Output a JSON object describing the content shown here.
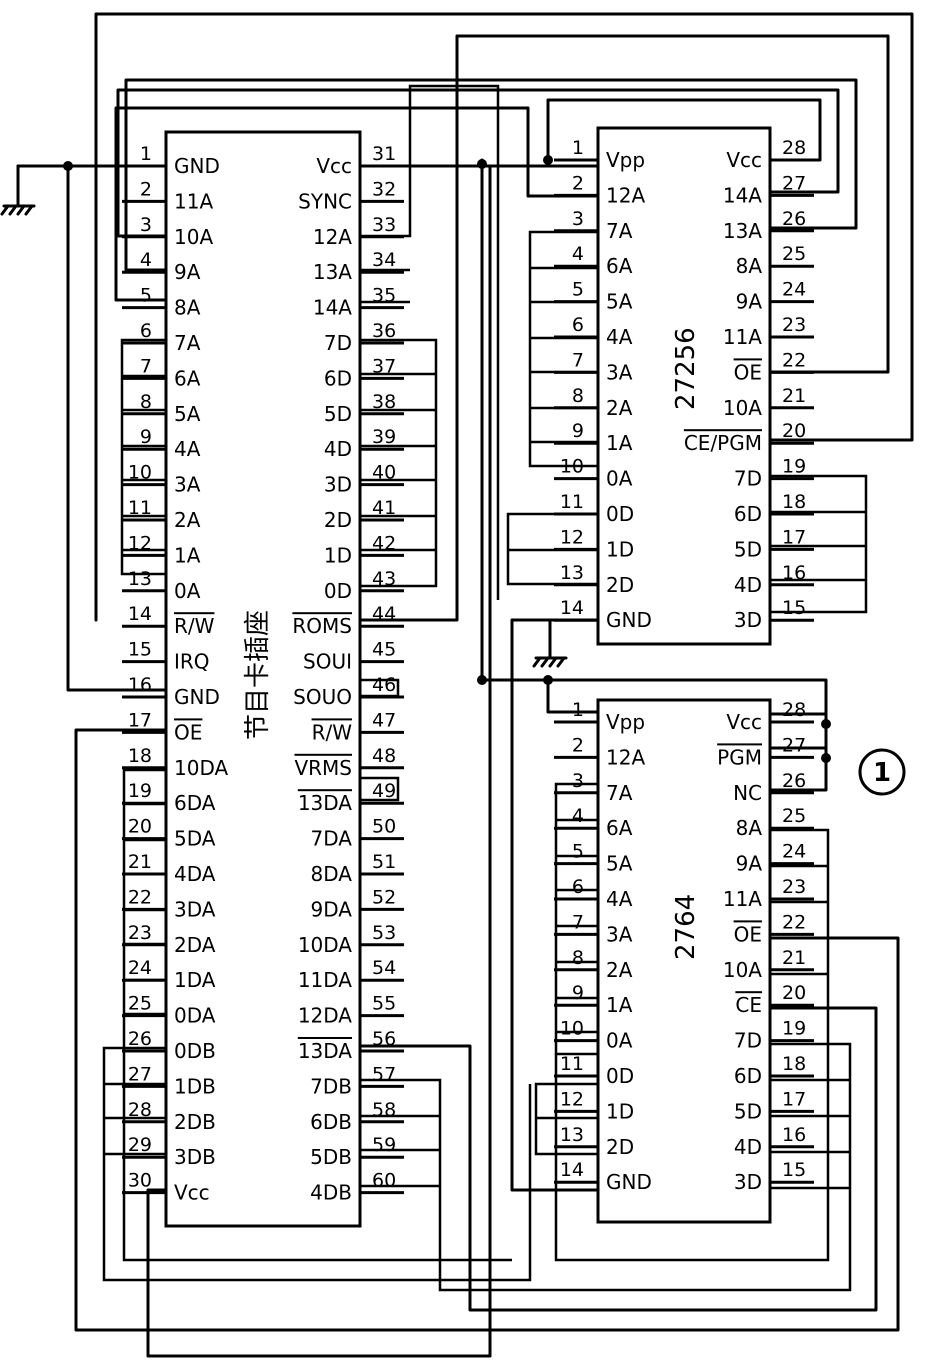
{
  "socket": {
    "name": "节目卡插座",
    "left_pins": [
      {
        "num": "1",
        "label": "GND"
      },
      {
        "num": "2",
        "label": "11A"
      },
      {
        "num": "3",
        "label": "10A"
      },
      {
        "num": "4",
        "label": "9A"
      },
      {
        "num": "5",
        "label": "8A"
      },
      {
        "num": "6",
        "label": "7A"
      },
      {
        "num": "7",
        "label": "6A"
      },
      {
        "num": "8",
        "label": "5A"
      },
      {
        "num": "9",
        "label": "4A"
      },
      {
        "num": "10",
        "label": "3A"
      },
      {
        "num": "11",
        "label": "2A"
      },
      {
        "num": "12",
        "label": "1A"
      },
      {
        "num": "13",
        "label": "0A"
      },
      {
        "num": "14",
        "label": "R/W"
      },
      {
        "num": "15",
        "label": "IRQ"
      },
      {
        "num": "16",
        "label": "GND"
      },
      {
        "num": "17",
        "label": "OE"
      },
      {
        "num": "18",
        "label": "10DA"
      },
      {
        "num": "19",
        "label": "6DA"
      },
      {
        "num": "20",
        "label": "5DA"
      },
      {
        "num": "21",
        "label": "4DA"
      },
      {
        "num": "22",
        "label": "3DA"
      },
      {
        "num": "23",
        "label": "2DA"
      },
      {
        "num": "24",
        "label": "1DA"
      },
      {
        "num": "25",
        "label": "0DA"
      },
      {
        "num": "26",
        "label": "0DB"
      },
      {
        "num": "27",
        "label": "1DB"
      },
      {
        "num": "28",
        "label": "2DB"
      },
      {
        "num": "29",
        "label": "3DB"
      },
      {
        "num": "30",
        "label": "Vcc"
      }
    ],
    "right_pins": [
      {
        "num": "31",
        "label": "Vcc"
      },
      {
        "num": "32",
        "label": "SYNC"
      },
      {
        "num": "33",
        "label": "12A"
      },
      {
        "num": "34",
        "label": "13A"
      },
      {
        "num": "35",
        "label": "14A"
      },
      {
        "num": "36",
        "label": "7D"
      },
      {
        "num": "37",
        "label": "6D"
      },
      {
        "num": "38",
        "label": "5D"
      },
      {
        "num": "39",
        "label": "4D"
      },
      {
        "num": "40",
        "label": "3D"
      },
      {
        "num": "41",
        "label": "2D"
      },
      {
        "num": "42",
        "label": "1D"
      },
      {
        "num": "43",
        "label": "0D"
      },
      {
        "num": "44",
        "label": "ROMS"
      },
      {
        "num": "45",
        "label": "SOUI"
      },
      {
        "num": "46",
        "label": "SOUO"
      },
      {
        "num": "47",
        "label": "R/W"
      },
      {
        "num": "48",
        "label": "VRMS"
      },
      {
        "num": "49",
        "label": "13DA"
      },
      {
        "num": "50",
        "label": "7DA"
      },
      {
        "num": "51",
        "label": "8DA"
      },
      {
        "num": "52",
        "label": "9DA"
      },
      {
        "num": "53",
        "label": "10DA"
      },
      {
        "num": "54",
        "label": "11DA"
      },
      {
        "num": "55",
        "label": "12DA"
      },
      {
        "num": "56",
        "label": "13DA"
      },
      {
        "num": "57",
        "label": "7DB"
      },
      {
        "num": "58",
        "label": "6DB"
      },
      {
        "num": "59",
        "label": "5DB"
      },
      {
        "num": "60",
        "label": "4DB"
      }
    ]
  },
  "chip_27256": {
    "name": "27256",
    "left_pins": [
      {
        "num": "1",
        "label": "Vpp"
      },
      {
        "num": "2",
        "label": "12A"
      },
      {
        "num": "3",
        "label": "7A"
      },
      {
        "num": "4",
        "label": "6A"
      },
      {
        "num": "5",
        "label": "5A"
      },
      {
        "num": "6",
        "label": "4A"
      },
      {
        "num": "7",
        "label": "3A"
      },
      {
        "num": "8",
        "label": "2A"
      },
      {
        "num": "9",
        "label": "1A"
      },
      {
        "num": "10",
        "label": "0A"
      },
      {
        "num": "11",
        "label": "0D"
      },
      {
        "num": "12",
        "label": "1D"
      },
      {
        "num": "13",
        "label": "2D"
      },
      {
        "num": "14",
        "label": "GND"
      }
    ],
    "right_pins": [
      {
        "num": "28",
        "label": "Vcc"
      },
      {
        "num": "27",
        "label": "14A"
      },
      {
        "num": "26",
        "label": "13A"
      },
      {
        "num": "25",
        "label": "8A"
      },
      {
        "num": "24",
        "label": "9A"
      },
      {
        "num": "23",
        "label": "11A"
      },
      {
        "num": "22",
        "label": "OE"
      },
      {
        "num": "21",
        "label": "10A"
      },
      {
        "num": "20",
        "label": "CE/PGM"
      },
      {
        "num": "19",
        "label": "7D"
      },
      {
        "num": "18",
        "label": "6D"
      },
      {
        "num": "17",
        "label": "5D"
      },
      {
        "num": "16",
        "label": "4D"
      },
      {
        "num": "15",
        "label": "3D"
      }
    ]
  },
  "chip_2764": {
    "name": "2764",
    "left_pins": [
      {
        "num": "1",
        "label": "Vpp"
      },
      {
        "num": "2",
        "label": "12A"
      },
      {
        "num": "3",
        "label": "7A"
      },
      {
        "num": "4",
        "label": "6A"
      },
      {
        "num": "5",
        "label": "5A"
      },
      {
        "num": "6",
        "label": "4A"
      },
      {
        "num": "7",
        "label": "3A"
      },
      {
        "num": "8",
        "label": "2A"
      },
      {
        "num": "9",
        "label": "1A"
      },
      {
        "num": "10",
        "label": "0A"
      },
      {
        "num": "11",
        "label": "0D"
      },
      {
        "num": "12",
        "label": "1D"
      },
      {
        "num": "13",
        "label": "2D"
      },
      {
        "num": "14",
        "label": "GND"
      }
    ],
    "right_pins": [
      {
        "num": "28",
        "label": "Vcc"
      },
      {
        "num": "27",
        "label": "PGM"
      },
      {
        "num": "26",
        "label": "NC"
      },
      {
        "num": "25",
        "label": "8A"
      },
      {
        "num": "24",
        "label": "9A"
      },
      {
        "num": "23",
        "label": "11A"
      },
      {
        "num": "22",
        "label": "OE"
      },
      {
        "num": "21",
        "label": "10A"
      },
      {
        "num": "20",
        "label": "CE"
      },
      {
        "num": "19",
        "label": "7D"
      },
      {
        "num": "18",
        "label": "6D"
      },
      {
        "num": "17",
        "label": "5D"
      },
      {
        "num": "16",
        "label": "4D"
      },
      {
        "num": "15",
        "label": "3D"
      }
    ]
  },
  "figure_number": "1",
  "icons": [
    "ground-symbol-icon",
    "junction-dot-icon"
  ]
}
